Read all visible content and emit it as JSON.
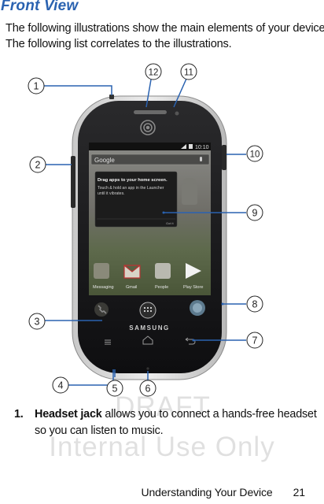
{
  "heading": "Front View",
  "intro_lines": [
    "The following illustrations show the main elements of your device:",
    "The following list correlates to the illustrations."
  ],
  "phone": {
    "status_time": "10:10",
    "search_label": "Google",
    "popup_title": "Drag apps to your home screen.",
    "popup_body_1": "Touch & hold an app in the Launcher",
    "popup_body_2": "until it vibrates.",
    "popup_button": "Got it",
    "apps": [
      "Messaging",
      "Gmail",
      "People",
      "Play Store"
    ],
    "brand": "SAMSUNG"
  },
  "callouts": [
    "1",
    "2",
    "3",
    "4",
    "5",
    "6",
    "7",
    "8",
    "9",
    "10",
    "11",
    "12"
  ],
  "list_item": {
    "number": "1.",
    "term": "Headset jack",
    "description": "allows you to connect a hands-free headset so you can listen to music."
  },
  "watermark": {
    "line1": "DRAFT",
    "line2": "Internal Use Only"
  },
  "footer": {
    "section": "Understanding Your Device",
    "page": "21"
  }
}
